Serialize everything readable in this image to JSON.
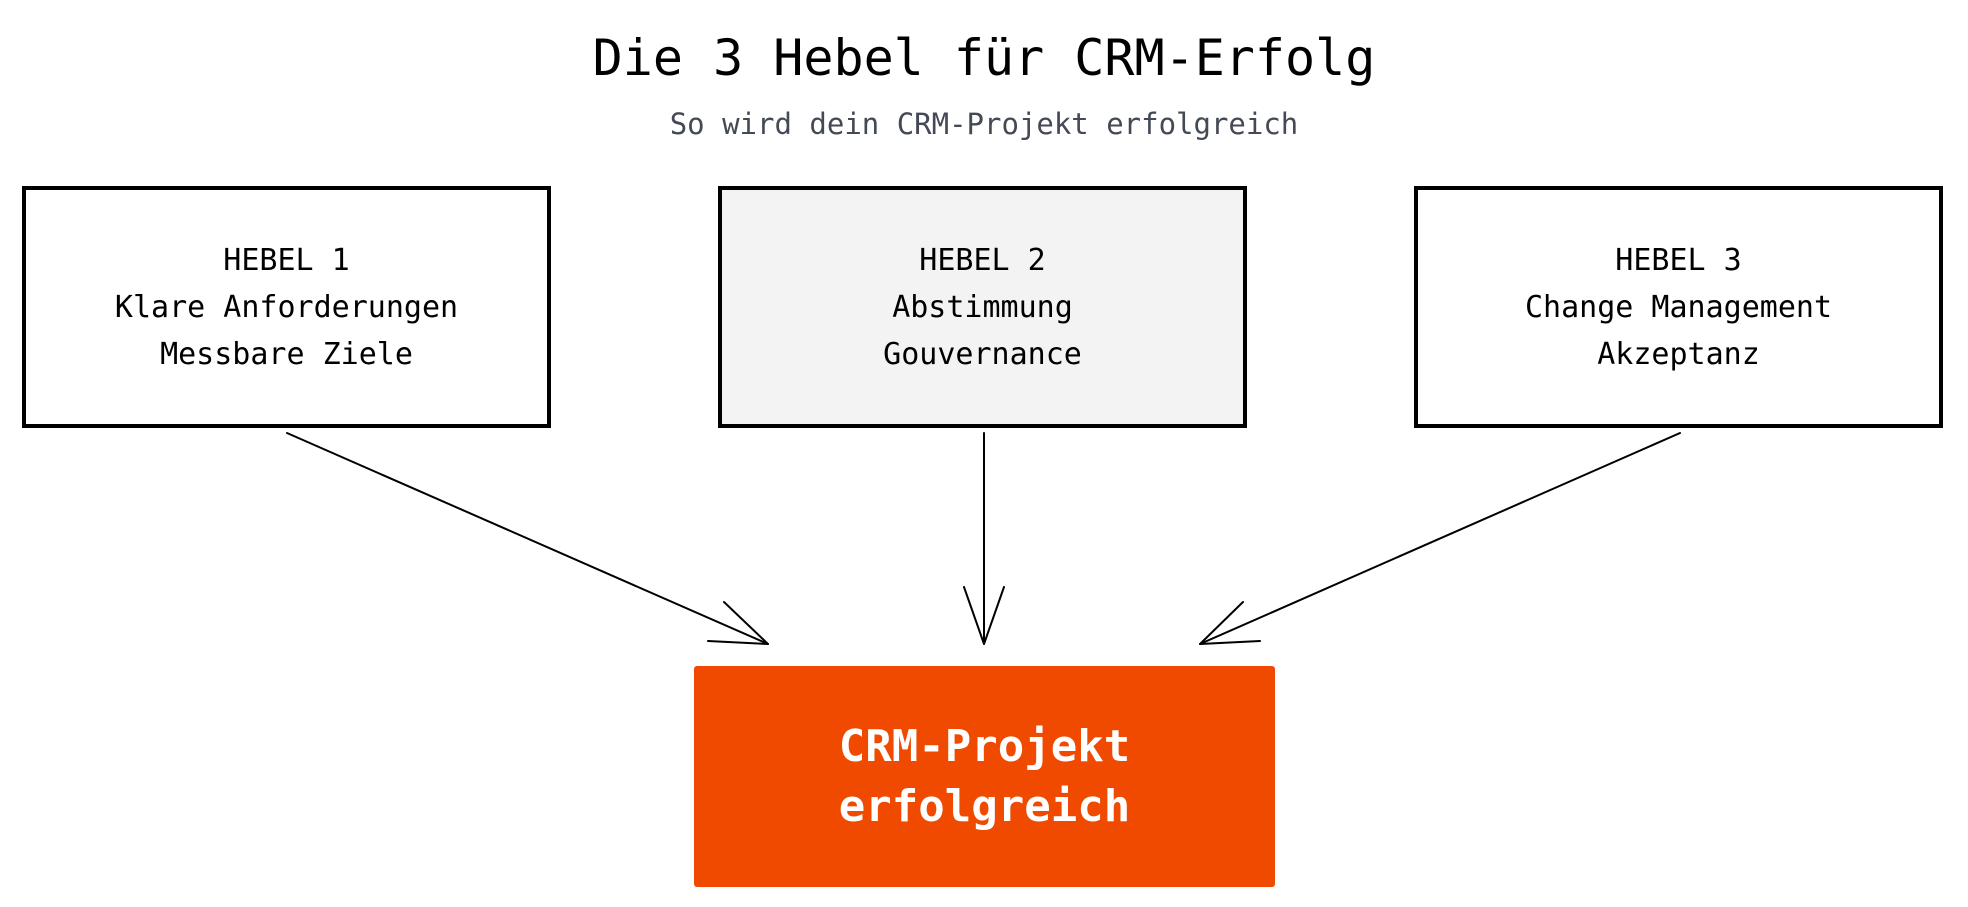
{
  "header": {
    "title": "Die 3 Hebel für CRM-Erfolg",
    "subtitle": "So wird dein CRM-Projekt erfolgreich"
  },
  "levers": [
    {
      "label": "HEBEL 1",
      "lines": [
        "Klare Anforderungen",
        "Messbare Ziele"
      ]
    },
    {
      "label": "HEBEL 2",
      "lines": [
        "Abstimmung",
        "Gouvernance"
      ]
    },
    {
      "label": "HEBEL 3",
      "lines": [
        "Change Management",
        "Akzeptanz"
      ]
    }
  ],
  "result": {
    "lines": [
      "CRM-Projekt",
      "erfolgreich"
    ]
  },
  "colors": {
    "accent": "#f04a00",
    "highlight_box": "#f3f3f3",
    "subtitle": "#444a55"
  }
}
